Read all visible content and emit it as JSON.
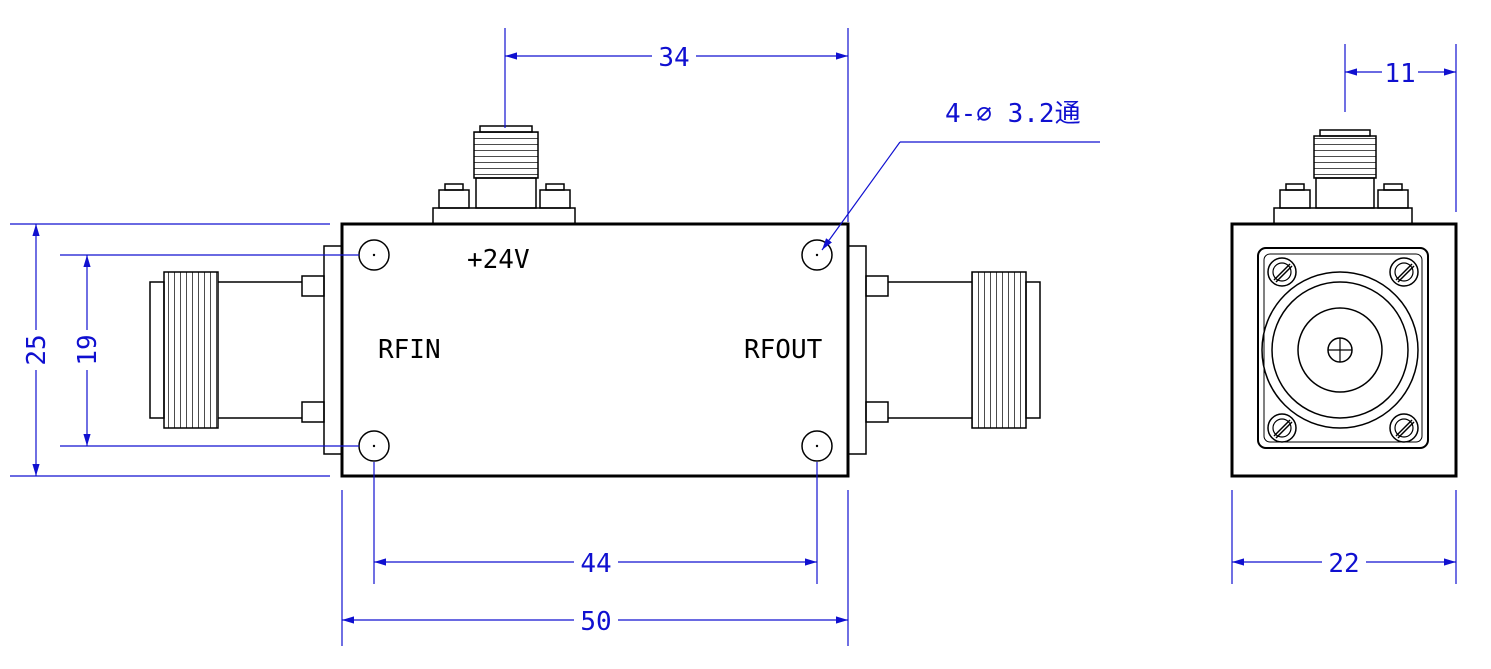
{
  "colors": {
    "outline": "#000000",
    "dimension": "#1010d0",
    "background": "#ffffff"
  },
  "labels": {
    "power": "+24V",
    "rf_in": "RFIN",
    "rf_out": "RFOUT",
    "hole_note": "4-⌀ 3.2通"
  },
  "dimensions": {
    "connector_spacing": "34",
    "side_connector_offset": "11",
    "hole_pitch_vertical": "19",
    "body_height": "25",
    "hole_pitch_horizontal": "44",
    "body_length": "50",
    "body_width": "22"
  }
}
